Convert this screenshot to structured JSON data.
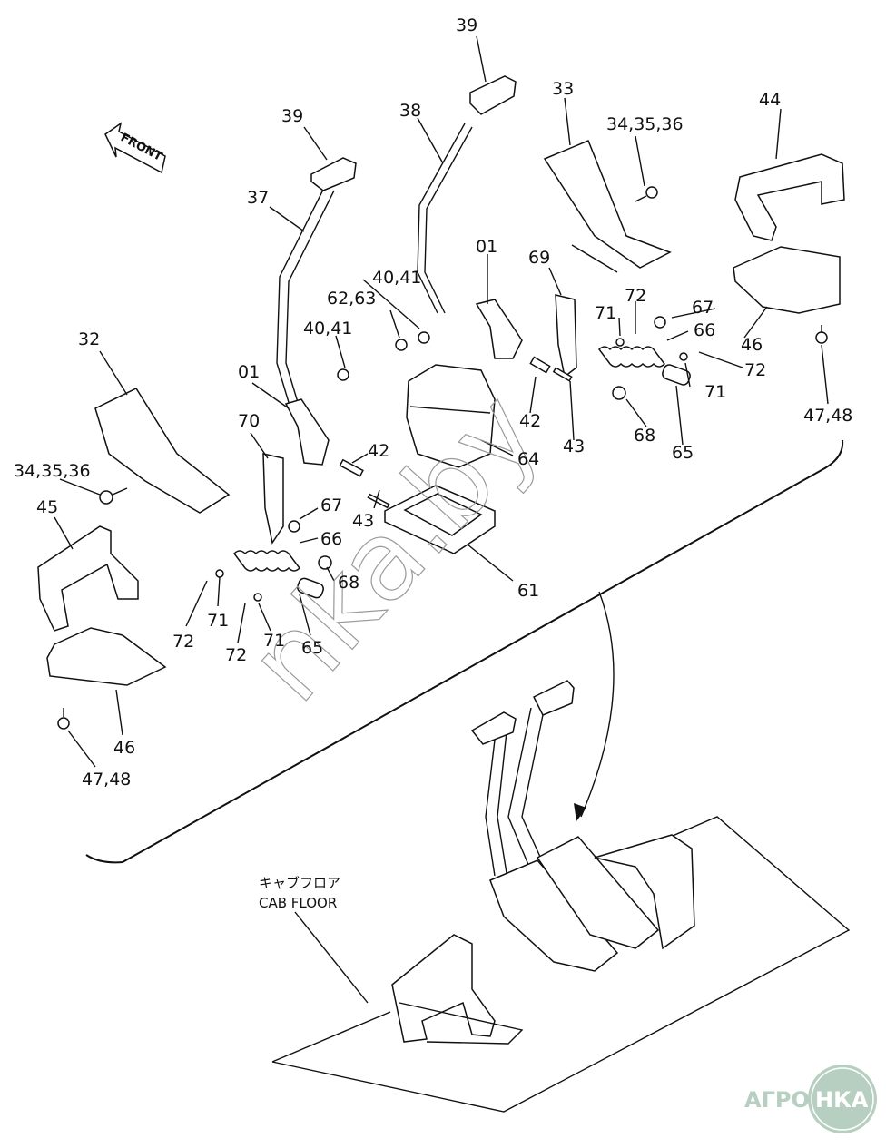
{
  "diagram": {
    "direction_marker": "FRONT",
    "cab_floor_label_jp": "キャブフロア",
    "cab_floor_label_en": "CAB FLOOR",
    "watermark": "nka.by",
    "logo_left": "АГРО",
    "logo_right": "НКА",
    "colors": {
      "line": "#111111",
      "logo": "#b7cfc0",
      "watermark": "#9a9a9a"
    },
    "callouts": {
      "c39a": "39",
      "c39b": "39",
      "c38": "38",
      "c37": "37",
      "c33": "33",
      "c34r": "34,35,36",
      "c44": "44",
      "c01r": "01",
      "c69": "69",
      "c4041a": "40,41",
      "c6263": "62,63",
      "c4041b": "40,41",
      "c72a": "72",
      "c67a": "67",
      "c71a": "71",
      "c66a": "66",
      "c46a": "46",
      "c72b": "72",
      "c71b": "71",
      "c42a": "42",
      "c43a": "43",
      "c68a": "68",
      "c65a": "65",
      "c4748a": "47,48",
      "c64": "64",
      "c32": "32",
      "c01l": "01",
      "c70": "70",
      "c42b": "42",
      "c34l": "34,35,36",
      "c43b": "43",
      "c67b": "67",
      "c45": "45",
      "c66b": "66",
      "c68b": "68",
      "c61": "61",
      "c72c": "72",
      "c71c": "71",
      "c72d": "72",
      "c71d": "71",
      "c65b": "65",
      "c46b": "46",
      "c4748b": "47,48"
    }
  }
}
